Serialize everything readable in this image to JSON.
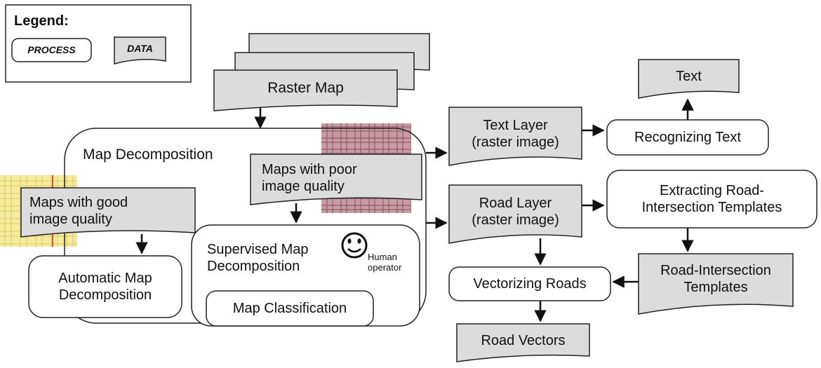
{
  "legend": {
    "title": "Legend:",
    "process_label": "PROCESS",
    "data_label": "DATA"
  },
  "data_nodes": {
    "raster_map": "Raster Map",
    "text_layer": "Text Layer\n(raster image)",
    "road_layer": "Road Layer\n(raster image)",
    "text": "Text",
    "good_quality": "Maps with good\nimage quality",
    "poor_quality": "Maps with poor\nimage quality",
    "road_templates": "Road-Intersection\nTemplates",
    "road_vectors": "Road Vectors"
  },
  "process_nodes": {
    "map_decomposition": "Map Decomposition",
    "recognizing_text": "Recognizing Text",
    "extracting_templates": "Extracting Road-\nIntersection Templates",
    "automatic_decomp": "Automatic Map\nDecomposition",
    "supervised_decomp": "Supervised Map\nDecomposition",
    "map_classification": "Map Classification",
    "vectorizing_roads": "Vectorizing Roads"
  },
  "human_operator": {
    "label": "Human\noperator",
    "icon": "smiley-face-icon"
  },
  "colors": {
    "data_fill": "#dcdcdc",
    "process_fill": "#ffffff",
    "stroke": "#222222",
    "map_thumb_yellow": "#f4ec9c",
    "map_thumb_pink": "#c99aa3"
  }
}
